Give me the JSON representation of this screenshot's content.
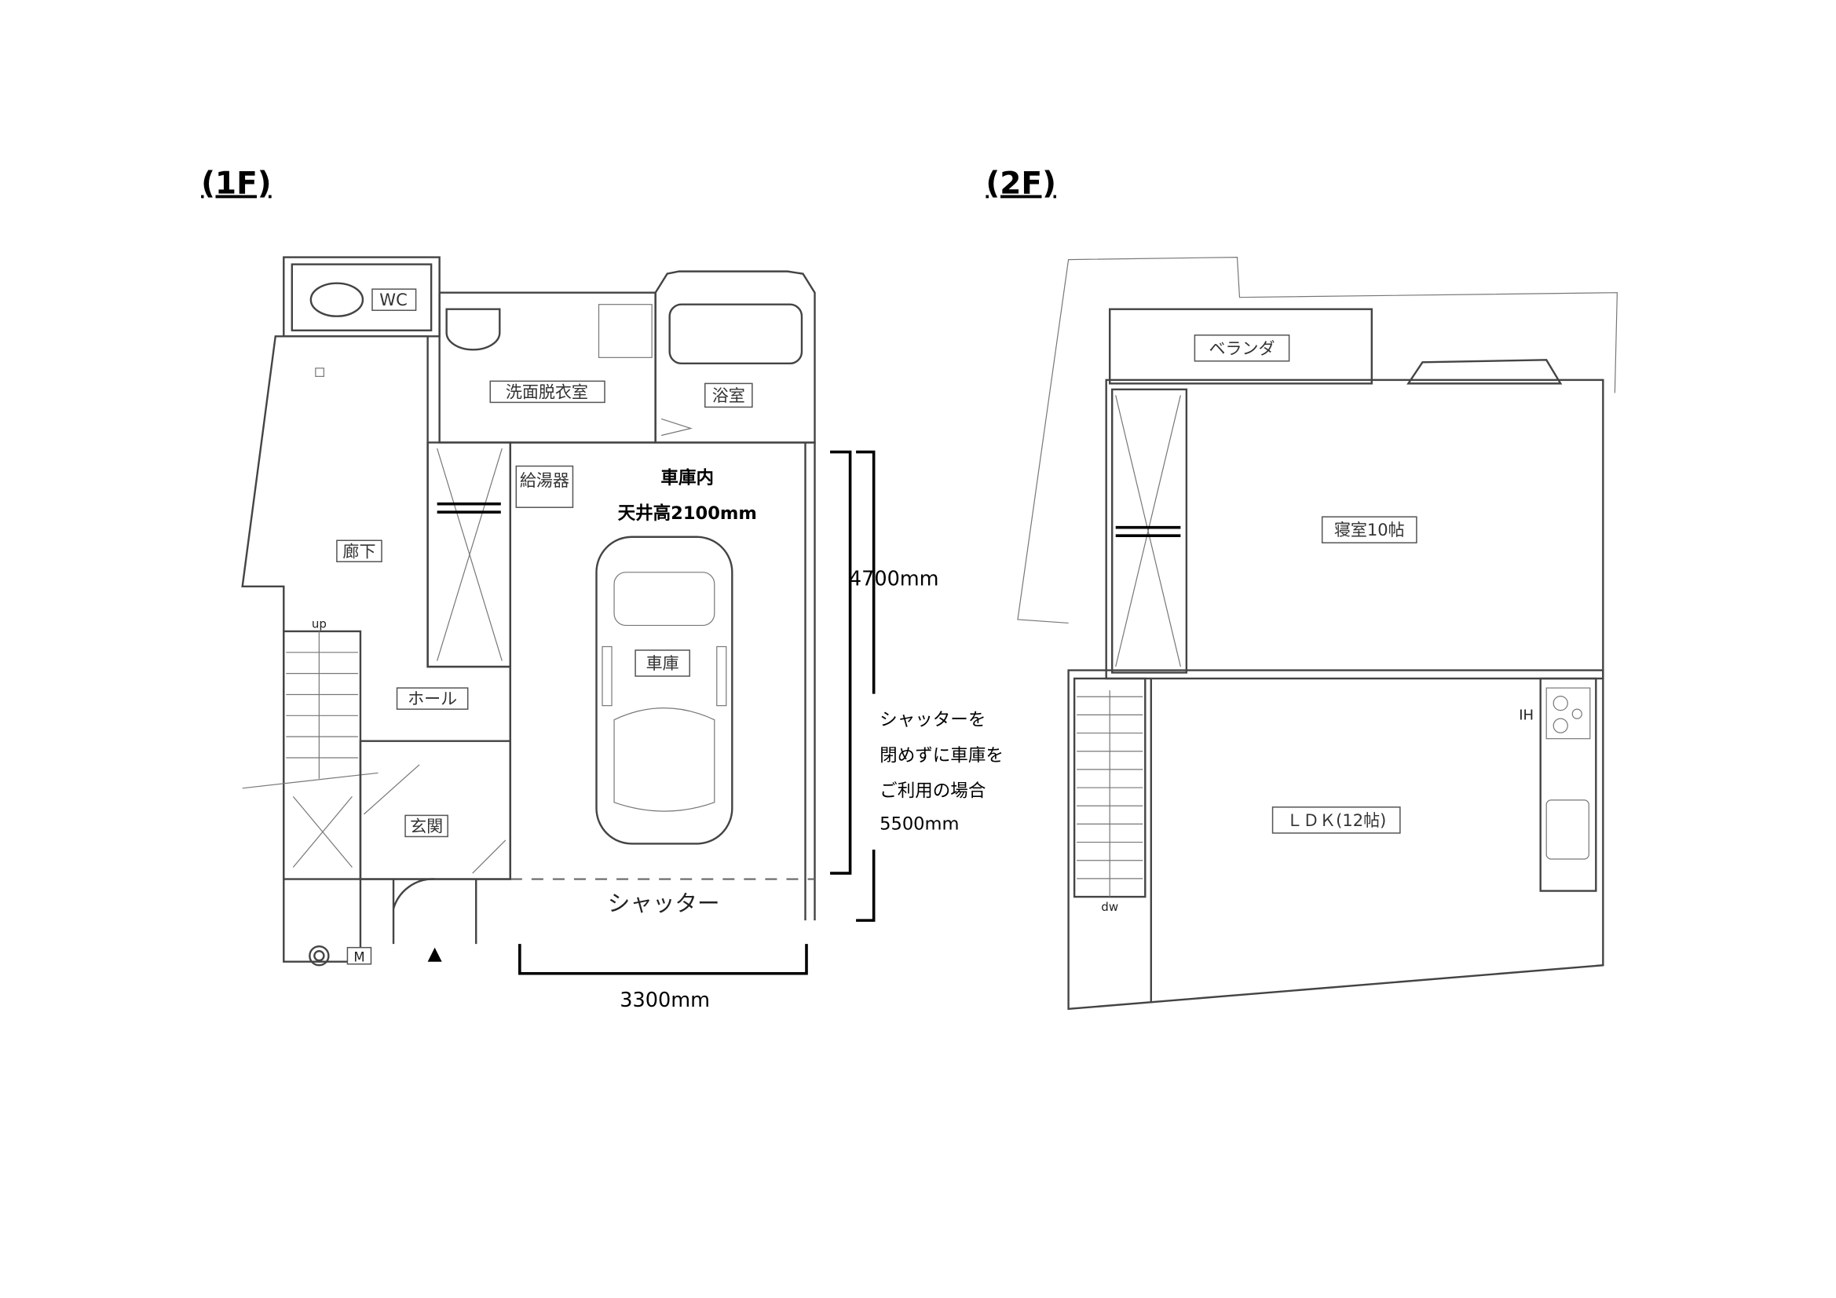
{
  "floor1": {
    "title": "(1F)",
    "rooms": {
      "wc": "WC",
      "washroom": "洗面脱衣室",
      "bath": "浴室",
      "corridor": "廊下",
      "hall": "ホール",
      "entrance": "玄関",
      "water_heater": "給湯器",
      "garage": "車庫"
    },
    "garage_heading": "車庫内",
    "ceiling_height": "天井高2100mm",
    "shutter": "シャッター",
    "stairs_up": "up",
    "dim_depth": "4700mm",
    "dim_width": "3300mm",
    "meter_label": "M",
    "note_lines": [
      "シャッターを",
      "閉めずに車庫を",
      "ご利用の場合",
      "5500mm"
    ]
  },
  "floor2": {
    "title": "(2F)",
    "rooms": {
      "veranda": "ベランダ",
      "bedroom": "寝室10帖",
      "ldk": "ＬＤＫ(12帖)"
    },
    "ih": "IH",
    "stairs_down": "dw"
  }
}
